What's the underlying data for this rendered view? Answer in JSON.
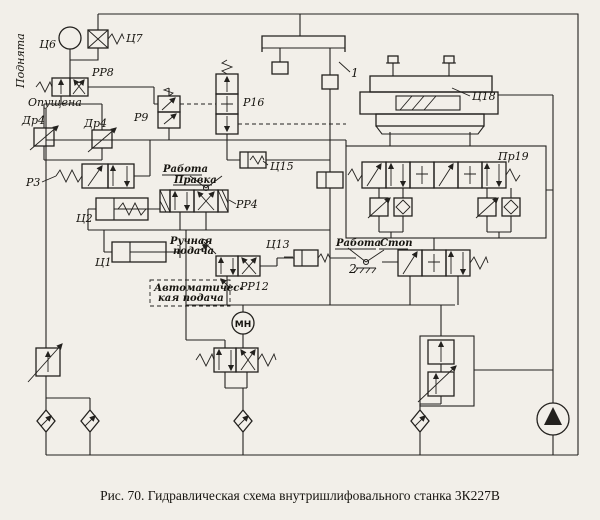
{
  "figure": {
    "caption": "Рис. 70. Гидравлическая схема внутришлифовального станка 3К227В"
  },
  "labels": {
    "podnyata": "Поднята",
    "opuschena": "Опущена",
    "c6": "Ц6",
    "c7": "Ц7",
    "pp8": "РР8",
    "dr4_a": "Др4",
    "dr4_b": "Др4",
    "p9": "Р9",
    "p16": "Р16",
    "n1": "1",
    "c18": "Ц18",
    "pr19": "Пр19",
    "c15": "Ц15",
    "p3": "Р3",
    "rabota_a": "Работа",
    "pravka": "Правка",
    "pp4": "РР4",
    "c2": "Ц2",
    "ruchnaya_1": "Ручная",
    "ruchnaya_2": "подача",
    "c1": "Ц1",
    "pp12": "РР12",
    "avto_1": "Автоматичес-",
    "avto_2": "кая подача",
    "c13": "Ц13",
    "rabota_b": "Работа",
    "stop": "Стоп",
    "n2": "2",
    "mn": "МН"
  }
}
